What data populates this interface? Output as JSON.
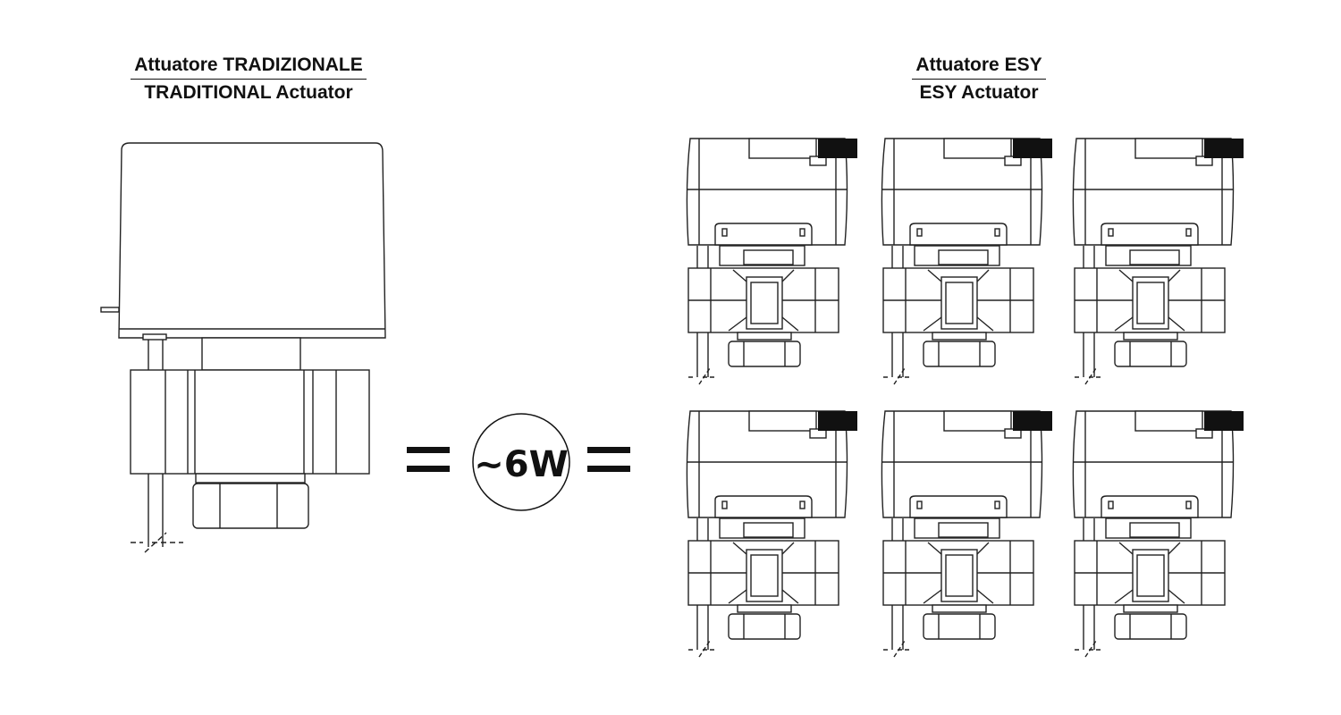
{
  "left_title": {
    "line1": "Attuatore TRADIZIONALE",
    "line2": "TRADITIONAL Actuator"
  },
  "right_title": {
    "line1": "Attuatore ESY",
    "line2": "ESY Actuator"
  },
  "comparison": {
    "label": "~6W"
  },
  "esy_units": 6
}
